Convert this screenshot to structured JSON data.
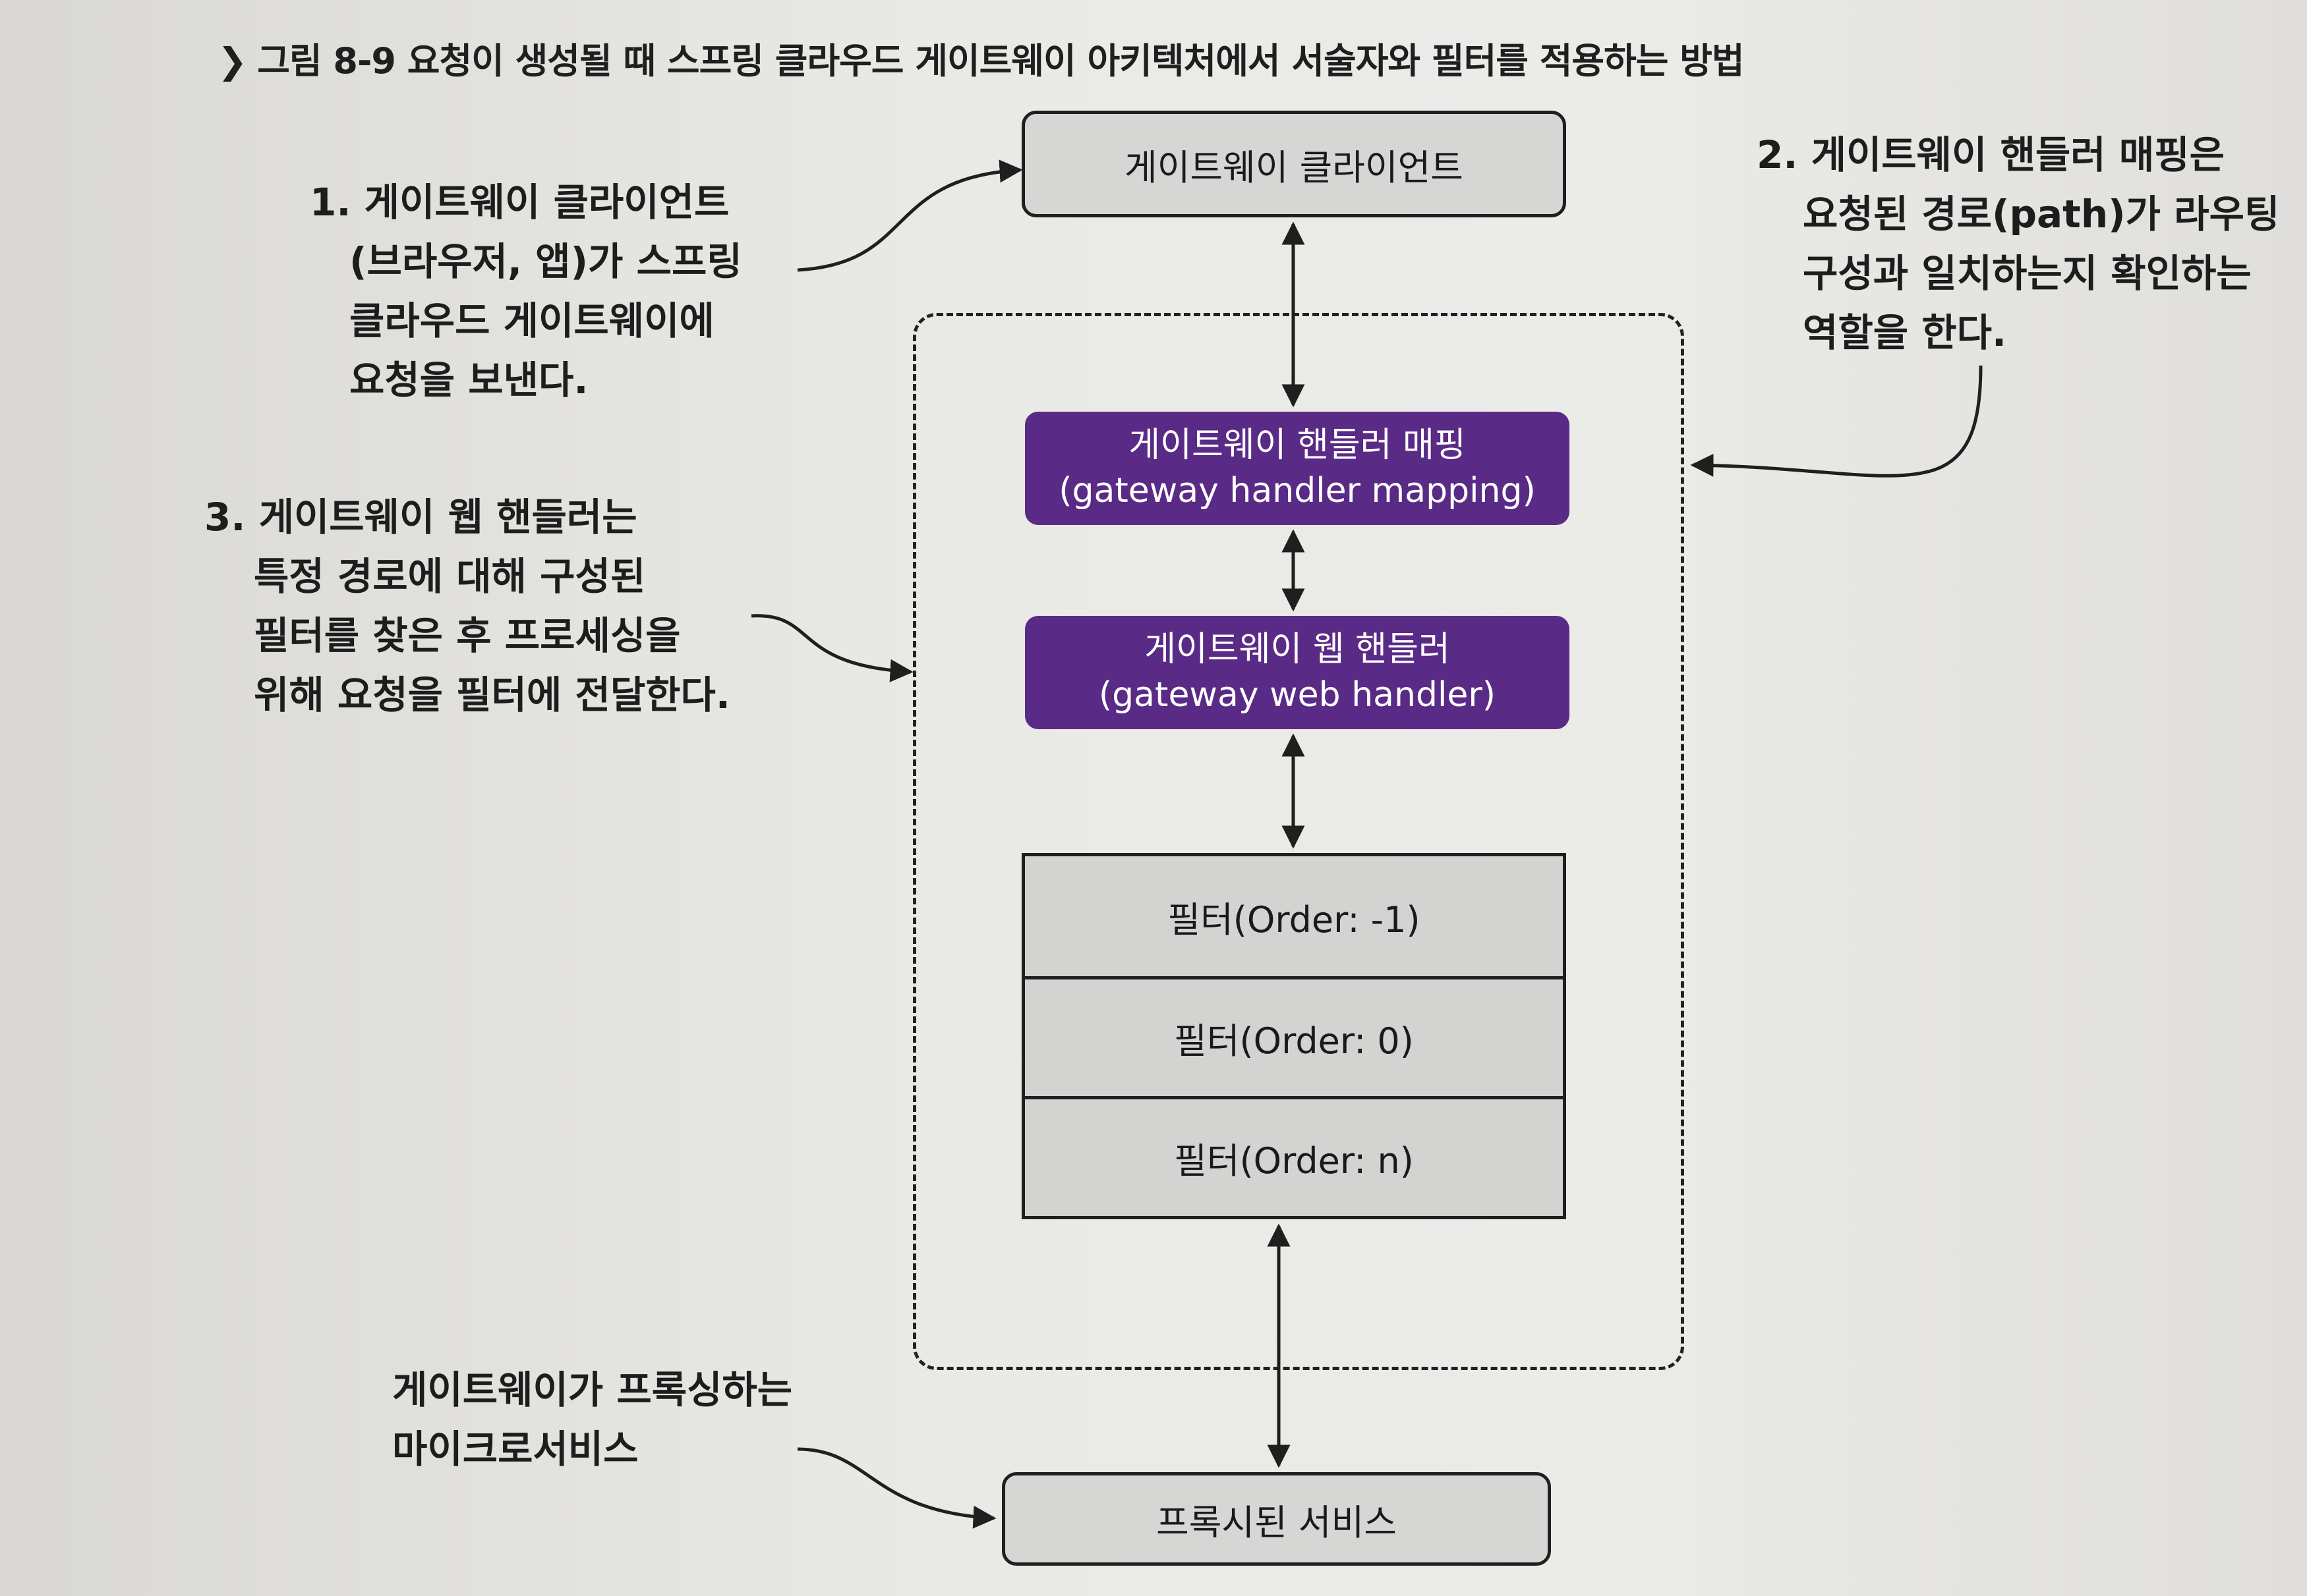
{
  "figure_title": "그림 8-9 요청이 생성될 때 스프링 클라우드 게이트웨이 아키텍처에서 서술자와 필터를 적용하는 방법",
  "boxes": {
    "client": "게이트웨이 클라이언트",
    "handler_mapping": {
      "line1": "게이트웨이 핸들러 매핑",
      "line2": "(gateway handler mapping)"
    },
    "web_handler": {
      "line1": "게이트웨이 웹 핸들러",
      "line2": "(gateway web handler)"
    },
    "filters": [
      "필터(Order: -1)",
      "필터(Order: 0)",
      "필터(Order: n)"
    ],
    "proxied_service": "프록시된 서비스"
  },
  "notes": {
    "note1": [
      "1. 게이트웨이 클라이언트",
      "(브라우저, 앱)가 스프링",
      "클라우드 게이트웨이에",
      "요청을 보낸다."
    ],
    "note2": [
      "2. 게이트웨이 핸들러 매핑은",
      "요청된 경로(path)가 라우팅",
      "구성과 일치하는지 확인하는",
      "역할을 한다."
    ],
    "note3": [
      "3. 게이트웨이 웹 핸들러는",
      "특정 경로에 대해 구성된",
      "필터를 찾은 후 프로세싱을",
      "위해 요청을 필터에 전달한다."
    ],
    "note4": [
      "게이트웨이가 프록싱하는",
      "마이크로서비스"
    ]
  },
  "colors": {
    "handler_fill": "#5a2a87",
    "box_fill": "#d6d6d4",
    "line": "#1f1f1f"
  }
}
